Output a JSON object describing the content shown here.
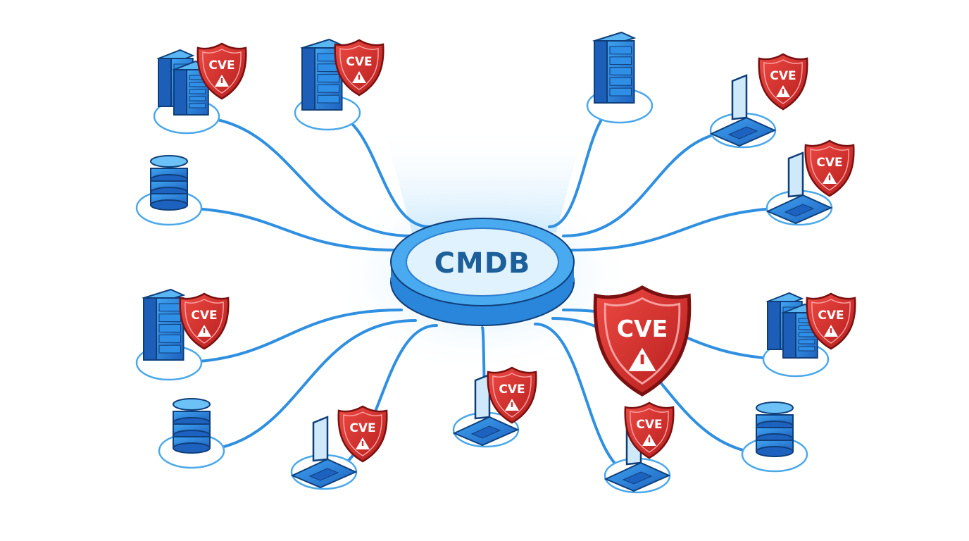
{
  "hub": {
    "label": "CMDB"
  },
  "shield_label": "CVE",
  "colors": {
    "line": "#2f8fe0",
    "device": "#2a7fd6",
    "device_dark": "#0f3f7a",
    "shield": "#d42a2a",
    "shield_dark": "#7a1010",
    "hub_face": "#dff2fd",
    "hub_rim": "#3d9de6",
    "platform": "#4aa8ea"
  },
  "nodes": [
    {
      "type": "server-cluster",
      "cve": true
    },
    {
      "type": "server-rack",
      "cve": true
    },
    {
      "type": "server-rack",
      "cve": false
    },
    {
      "type": "laptop",
      "cve": true
    },
    {
      "type": "database",
      "cve": false
    },
    {
      "type": "laptop",
      "cve": true
    },
    {
      "type": "server-rack",
      "cve": true
    },
    {
      "type": "server-cluster",
      "cve": true
    },
    {
      "type": "database",
      "cve": false
    },
    {
      "type": "laptop",
      "cve": true
    },
    {
      "type": "laptop",
      "cve": true
    },
    {
      "type": "laptop",
      "cve": true
    },
    {
      "type": "database",
      "cve": false
    }
  ],
  "standalone_shield": {
    "label": "CVE"
  }
}
